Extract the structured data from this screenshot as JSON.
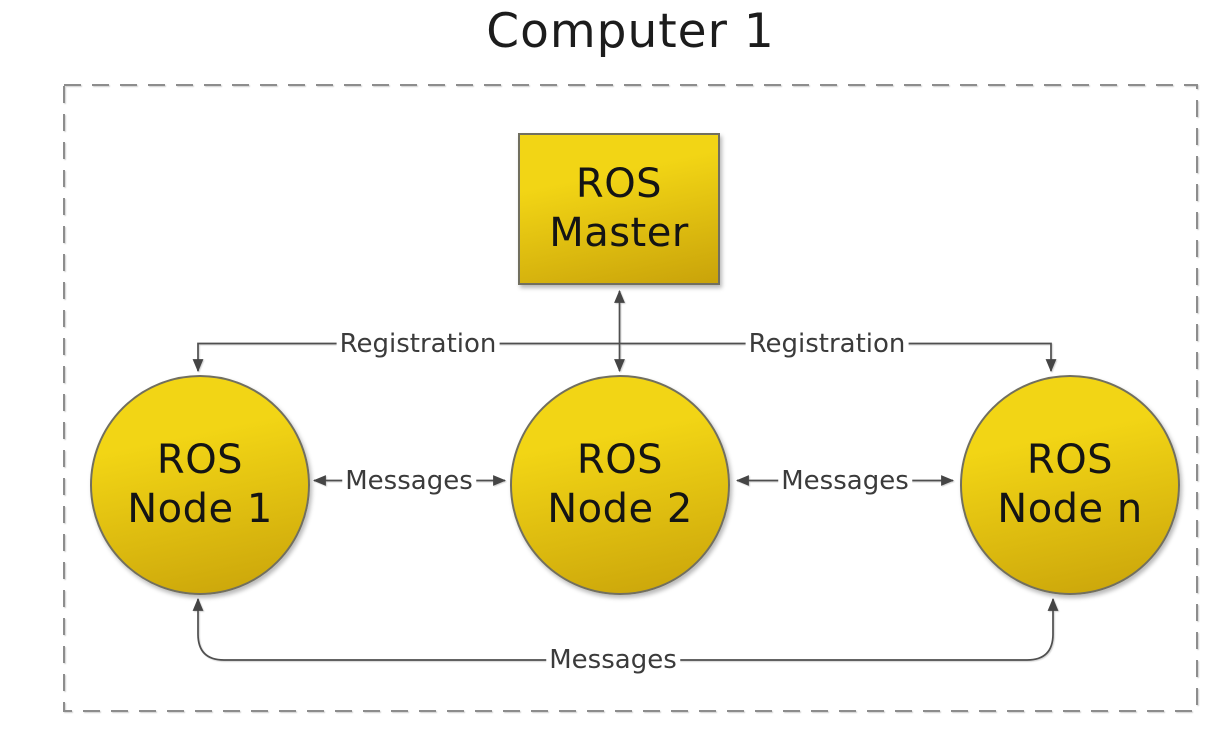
{
  "title": "Computer 1",
  "diagram": {
    "master": {
      "lines": [
        "ROS",
        "Master"
      ]
    },
    "nodes": [
      {
        "id": "node1",
        "lines": [
          "ROS",
          "Node 1"
        ]
      },
      {
        "id": "node2",
        "lines": [
          "ROS",
          "Node 2"
        ]
      },
      {
        "id": "noden",
        "lines": [
          "ROS",
          "Node n"
        ]
      }
    ],
    "edge_labels": {
      "registration_left": "Registration",
      "registration_right": "Registration",
      "messages_left": "Messages",
      "messages_right": "Messages",
      "messages_bottom": "Messages"
    },
    "colors": {
      "background": "#ffffff",
      "fill_top": "#f2d515",
      "fill_bottom": "#c9a30a",
      "node_border": "#716f5f",
      "node_text": "#141414",
      "title_text": "#1c1c1c",
      "label_text": "#3b3b3b",
      "line": "#4f4f4f",
      "arrow": "#454545",
      "dash": "#8d8d8d"
    }
  }
}
